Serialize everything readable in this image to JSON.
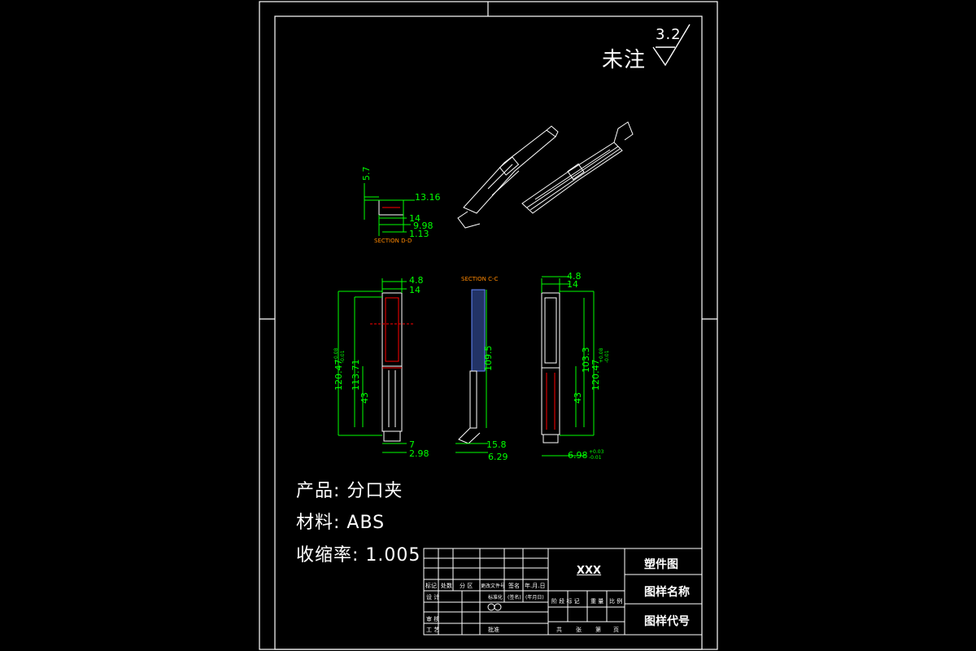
{
  "roughness": {
    "mark": "未注",
    "value": "3.2"
  },
  "notes": {
    "product": "产品: 分口夹",
    "material": "材料: ABS",
    "shrinkage": "收缩率: 1.005"
  },
  "section_labels": {
    "top": "SECTION D-D",
    "mid": "SECTION C-C"
  },
  "dims": {
    "top": {
      "d1": "5.7",
      "d2": "13.16",
      "d3": "14",
      "d4": "9.98",
      "d5": "1.13"
    },
    "left": {
      "w1": "4.8",
      "w2": "14",
      "h1": "120.47",
      "h1_tol_up": "+0.08",
      "h1_tol_dn": "-0.01",
      "h2": "113.71",
      "h3": "43",
      "b1": "7",
      "b2": "2.98"
    },
    "mid": {
      "h1": "109.5",
      "b1": "15.8",
      "b2": "6.29"
    },
    "right": {
      "w1": "4.8",
      "w2": "14",
      "h1": "103.3",
      "h2": "120.47",
      "h2_tol_up": "+0.08",
      "h2_tol_dn": "-0.01",
      "h3": "43",
      "b1": "6.98",
      "b1_tol_up": "+0.03",
      "b1_tol_dn": "-0.01"
    }
  },
  "title_block": {
    "company": "XXX",
    "type": "塑件图",
    "name": "图样名称",
    "code": "图样代号",
    "row_headers": [
      "标记",
      "处数",
      "分 区",
      "更改文件号",
      "签名",
      "年.月.日"
    ],
    "left_col": [
      "设 计",
      "审 核",
      "工 艺"
    ],
    "mid_labels": [
      "标准化",
      "(签名)",
      "(年月日)",
      "批准"
    ],
    "stage_labels": [
      "阶 段 标 记",
      "重 量",
      "比 例"
    ],
    "bottom_labels": [
      "共",
      "张",
      "第",
      "页"
    ]
  },
  "colors": {
    "dimension": "#00ff00",
    "outline": "#ffffff",
    "section": "#ff0000",
    "label": "#ff8800"
  }
}
